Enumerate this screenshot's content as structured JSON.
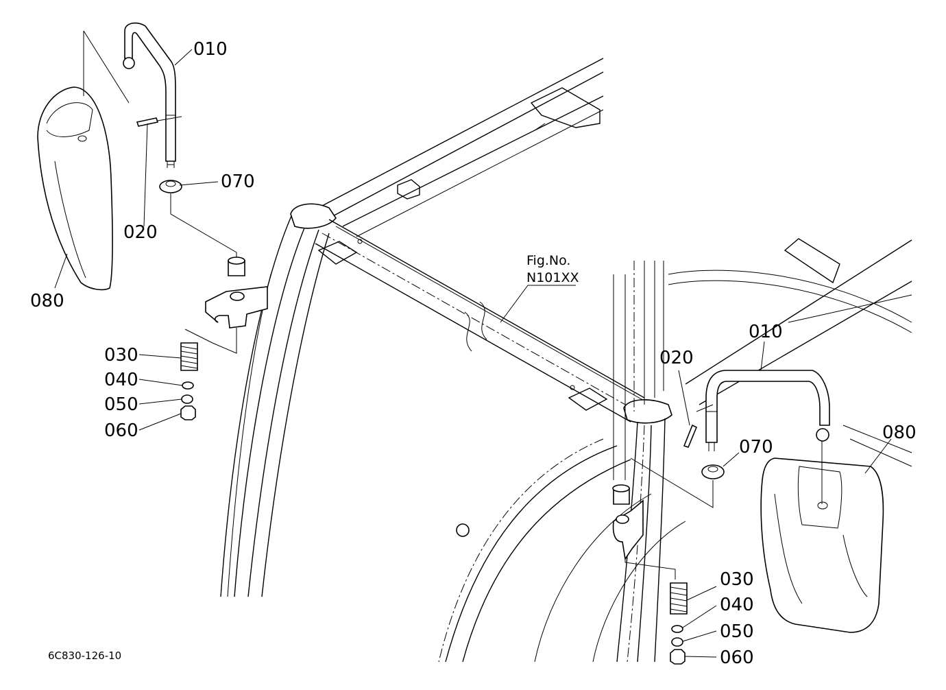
{
  "labels": {
    "left": {
      "p010": "010",
      "p070": "070",
      "p020": "020",
      "p080": "080",
      "p030": "030",
      "p040": "040",
      "p050": "050",
      "p060": "060"
    },
    "right": {
      "p010": "010",
      "p020": "020",
      "p070": "070",
      "p080": "080",
      "p030": "030",
      "p040": "040",
      "p050": "050",
      "p060": "060"
    }
  },
  "fig_ref": {
    "line1": "Fig.No.",
    "line2": "N101XX"
  },
  "drawing_code": "6C830-126-10"
}
